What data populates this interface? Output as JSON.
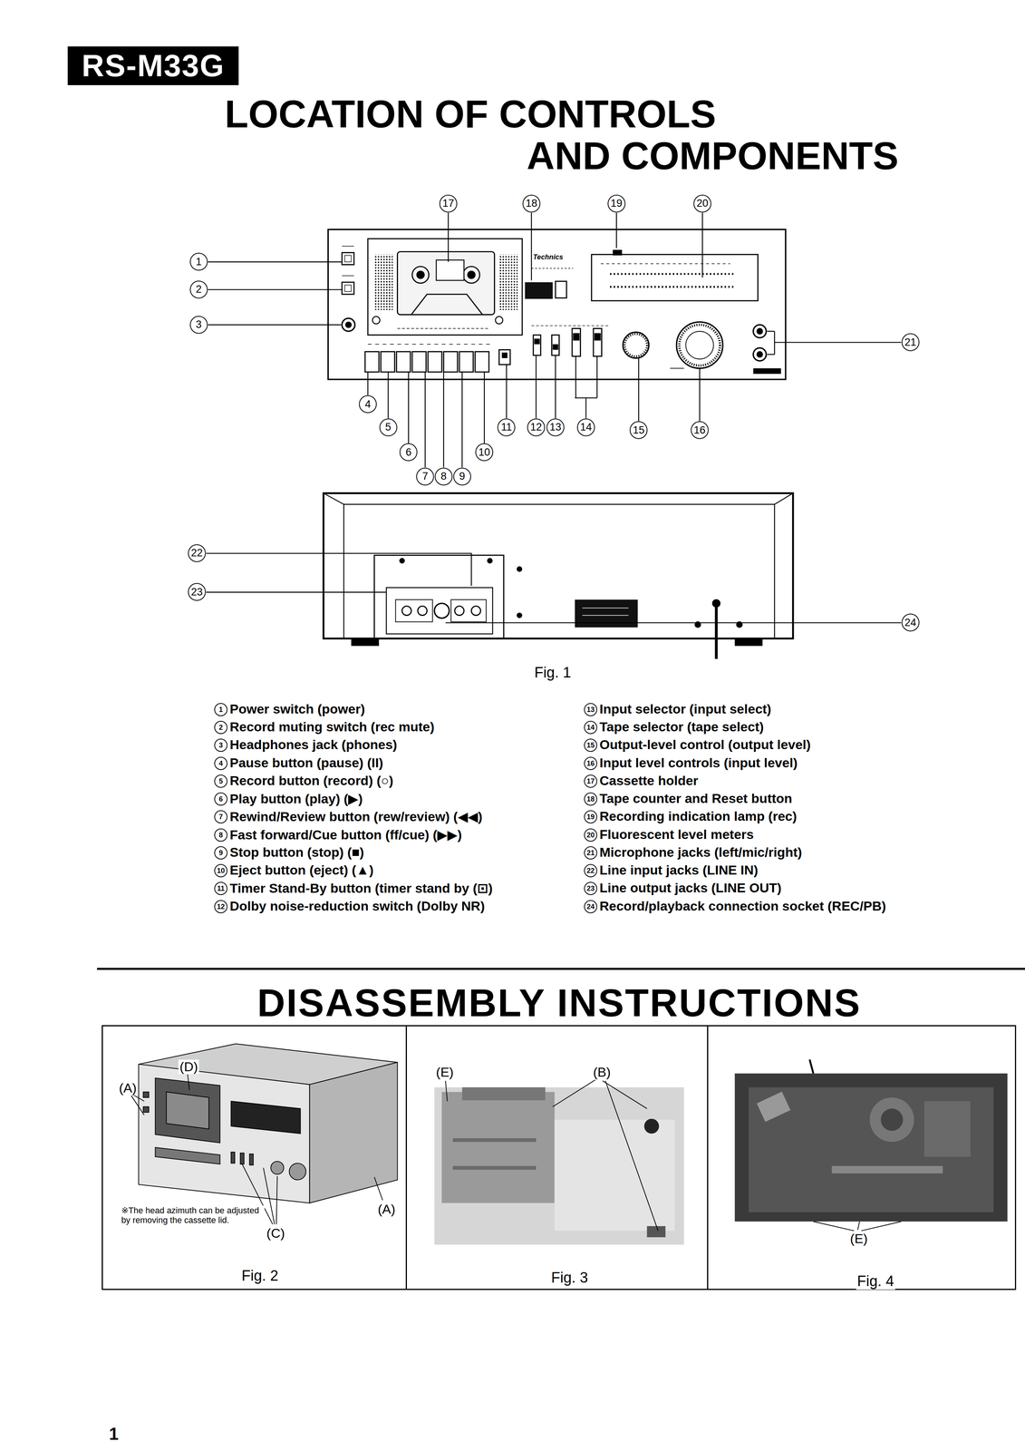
{
  "diagram": {
    "title": "LOCATION OF CONTROLS AND COMPONENTS",
    "caption": "Fig. 1",
    "nodes": [
      {
        "text": [
          "RS-M33G"
        ]
      },
      {
        "text": [
          "(D)",
          "(A)",
          "※The head azimuth can be adjusted by removing the cassette lid.",
          "(A)",
          "(C)",
          "Fig. 2"
        ]
      },
      {
        "text": [
          "(E)",
          "(B)",
          "Fig. 3"
        ]
      },
      {
        "text": [
          "(E)",
          "Fig. 4"
        ]
      }
    ],
    "labels": [
      "17",
      "18",
      "19",
      "20",
      "1",
      "2",
      "3",
      "21",
      "4",
      "5",
      "6",
      "7",
      "8",
      "9",
      "10",
      "11",
      "12",
      "13",
      "14",
      "15",
      "16",
      "22",
      "23",
      "24",
      "Technics",
      "1",
      "Power switch (power)",
      "2",
      "Record muting switch (rec mute)",
      "3",
      "Headphones jack (phones)",
      "4",
      "Pause button (pause) (II)",
      "5",
      "Record button (record) (○)",
      "6",
      "Play button (play) (▶)",
      "7",
      "Rewind/Review button (rew/review) (◀◀)",
      "8",
      "Fast forward/Cue button (ff/cue) (▶▶)",
      "9",
      "Stop button (stop) (■)",
      "10",
      "Eject button (eject) (▲)",
      "11",
      "Timer Stand-By button (timer stand by (⊡)",
      "12",
      "Dolby noise-reduction switch (Dolby NR)",
      "13",
      "Input selector (input select)",
      "14",
      "Tape selector (tape select)",
      "15",
      "Output-level control (output level)",
      "16",
      "Input level controls (input level)",
      "17",
      "Cassette holder",
      "18",
      "Tape counter and Reset button",
      "19",
      "Recording indication lamp (rec)",
      "20",
      "Fluorescent level meters",
      "21",
      "Microphone jacks (left/mic/right)",
      "22",
      "Line input jacks (LINE IN)",
      "23",
      "Line output jacks (LINE OUT)",
      "24",
      "Record/playback connection socket (REC/PB)",
      "DISASSEMBLY INSTRUCTIONS",
      "1"
    ]
  }
}
